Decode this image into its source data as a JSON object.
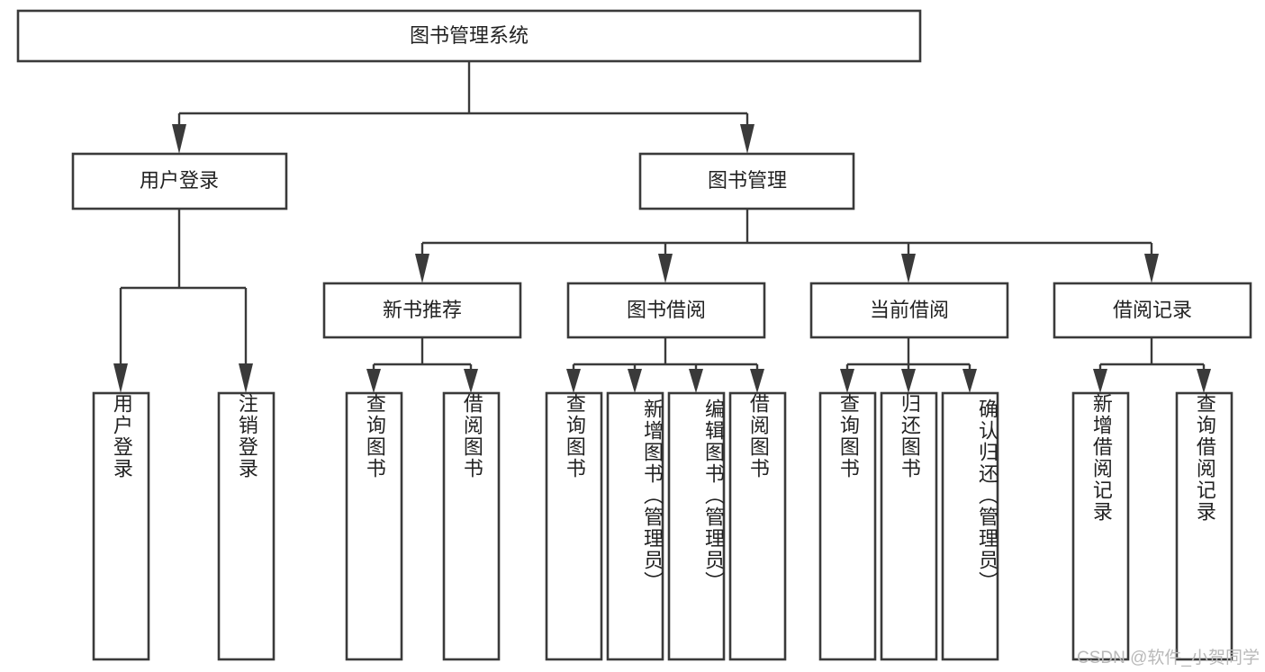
{
  "diagram": {
    "type": "tree-hierarchy-flowchart",
    "title": "图书管理系统",
    "watermark": "CSDN @软件_小贺同学",
    "colors": {
      "background": "#ffffff",
      "box_fill": "#ffffff",
      "box_stroke": "#3a3a3a",
      "connector": "#3a3a3a",
      "text": "#222222",
      "watermark": "#b9b9b9"
    },
    "levels": [
      {
        "level": 1,
        "nodes": [
          "图书管理系统"
        ]
      },
      {
        "level": 2,
        "nodes": [
          "用户登录",
          "图书管理"
        ]
      },
      {
        "level": 3,
        "nodes": [
          "新书推荐",
          "图书借阅",
          "当前借阅",
          "借阅记录"
        ]
      },
      {
        "level": 4,
        "nodes": [
          "用户登录",
          "注销登录",
          "查询图书",
          "借阅图书",
          "查询图书",
          "新增图书（管理员）",
          "编辑图书（管理员）",
          "借阅图书",
          "查询图书",
          "归还图书",
          "确认归还（管理员）",
          "新增借阅记录",
          "查询借阅记录"
        ]
      }
    ],
    "nodes": {
      "root": {
        "label": "图书管理系统"
      },
      "user_login": {
        "label": "用户登录"
      },
      "book_manage": {
        "label": "图书管理"
      },
      "new_book_rec": {
        "label": "新书推荐"
      },
      "book_borrow": {
        "label": "图书借阅"
      },
      "current_borrow": {
        "label": "当前借阅"
      },
      "borrow_record": {
        "label": "借阅记录"
      },
      "leaf_user_login": {
        "label": "用户登录"
      },
      "leaf_logout": {
        "label": "注销登录"
      },
      "leaf_query_book_1": {
        "label": "查询图书"
      },
      "leaf_borrow_book_1": {
        "label": "借阅图书"
      },
      "leaf_query_book_2": {
        "label": "查询图书"
      },
      "leaf_add_book": {
        "label": "新增图书（管理员）"
      },
      "leaf_edit_book": {
        "label": "编辑图书（管理员）"
      },
      "leaf_borrow_book_2": {
        "label": "借阅图书"
      },
      "leaf_query_book_3": {
        "label": "查询图书"
      },
      "leaf_return_book": {
        "label": "归还图书"
      },
      "leaf_confirm_return": {
        "label": "确认归还（管理员）"
      },
      "leaf_add_record": {
        "label": "新增借阅记录"
      },
      "leaf_query_record": {
        "label": "查询借阅记录"
      }
    },
    "edges": [
      {
        "from": "图书管理系统",
        "to": "用户登录"
      },
      {
        "from": "图书管理系统",
        "to": "图书管理"
      },
      {
        "from": "用户登录",
        "to": "用户登录"
      },
      {
        "from": "用户登录",
        "to": "注销登录"
      },
      {
        "from": "图书管理",
        "to": "新书推荐"
      },
      {
        "from": "图书管理",
        "to": "图书借阅"
      },
      {
        "from": "图书管理",
        "to": "当前借阅"
      },
      {
        "from": "图书管理",
        "to": "借阅记录"
      },
      {
        "from": "新书推荐",
        "to": "查询图书"
      },
      {
        "from": "新书推荐",
        "to": "借阅图书"
      },
      {
        "from": "图书借阅",
        "to": "查询图书"
      },
      {
        "from": "图书借阅",
        "to": "新增图书（管理员）"
      },
      {
        "from": "图书借阅",
        "to": "编辑图书（管理员）"
      },
      {
        "from": "图书借阅",
        "to": "借阅图书"
      },
      {
        "from": "当前借阅",
        "to": "查询图书"
      },
      {
        "from": "当前借阅",
        "to": "归还图书"
      },
      {
        "from": "当前借阅",
        "to": "确认归还（管理员）"
      },
      {
        "from": "借阅记录",
        "to": "新增借阅记录"
      },
      {
        "from": "借阅记录",
        "to": "查询借阅记录"
      }
    ]
  }
}
